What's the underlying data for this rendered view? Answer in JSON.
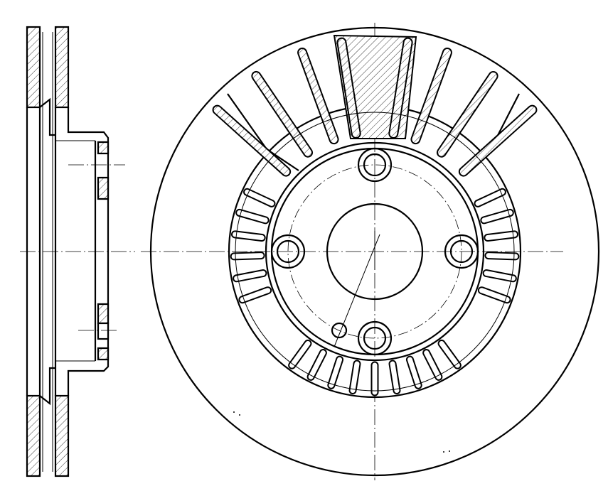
{
  "drawing": {
    "side_view": {},
    "front_view": {
      "bolt_holes": 4,
      "outer_vents": 8,
      "inner_slots_per_side": 6,
      "bottom_slots": 9
    }
  }
}
